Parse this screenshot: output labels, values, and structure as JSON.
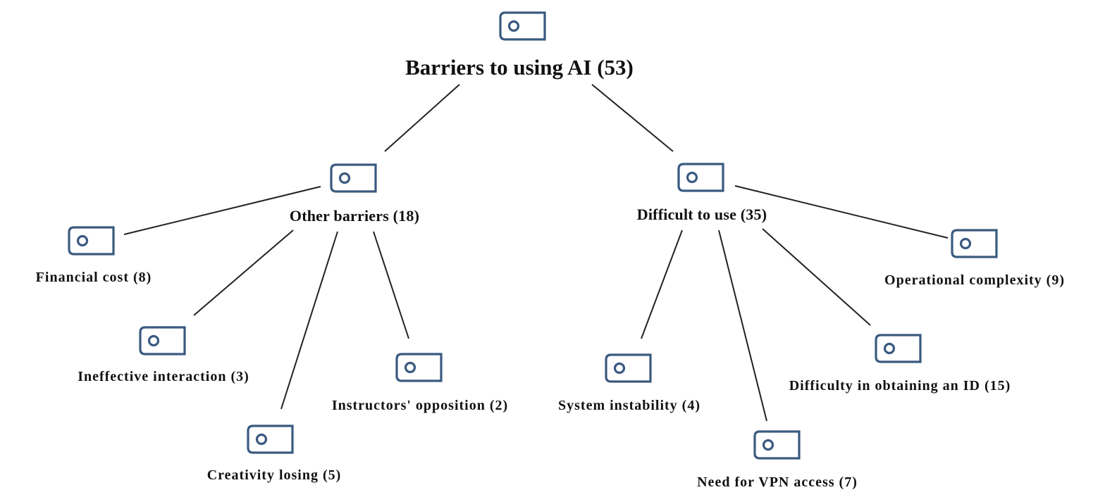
{
  "diagram": {
    "root": {
      "label": "Barriers to using AI (53)",
      "icon": "code-node-icon"
    },
    "branches": {
      "other": {
        "label": "Other barriers (18)",
        "icon": "code-node-icon",
        "children": {
          "financial": {
            "label": "Financial cost (8)",
            "icon": "code-node-icon"
          },
          "ineffective": {
            "label": "Ineffective interaction (3)",
            "icon": "code-node-icon"
          },
          "creativity": {
            "label": "Creativity losing (5)",
            "icon": "code-node-icon"
          },
          "instructors": {
            "label": "Instructors' opposition (2)",
            "icon": "code-node-icon"
          }
        }
      },
      "difficult": {
        "label": "Difficult to use (35)",
        "icon": "code-node-icon",
        "children": {
          "instability": {
            "label": "System instability (4)",
            "icon": "code-node-icon"
          },
          "vpn": {
            "label": "Need for VPN access (7)",
            "icon": "code-node-icon"
          },
          "id": {
            "label": "Difficulty in obtaining an ID (15)",
            "icon": "code-node-icon"
          },
          "complexity": {
            "label": "Operational complexity (9)",
            "icon": "code-node-icon"
          }
        }
      }
    },
    "colors": {
      "icon_stroke": "#3a5a80",
      "edge": "#222222",
      "text": "#111111"
    }
  }
}
